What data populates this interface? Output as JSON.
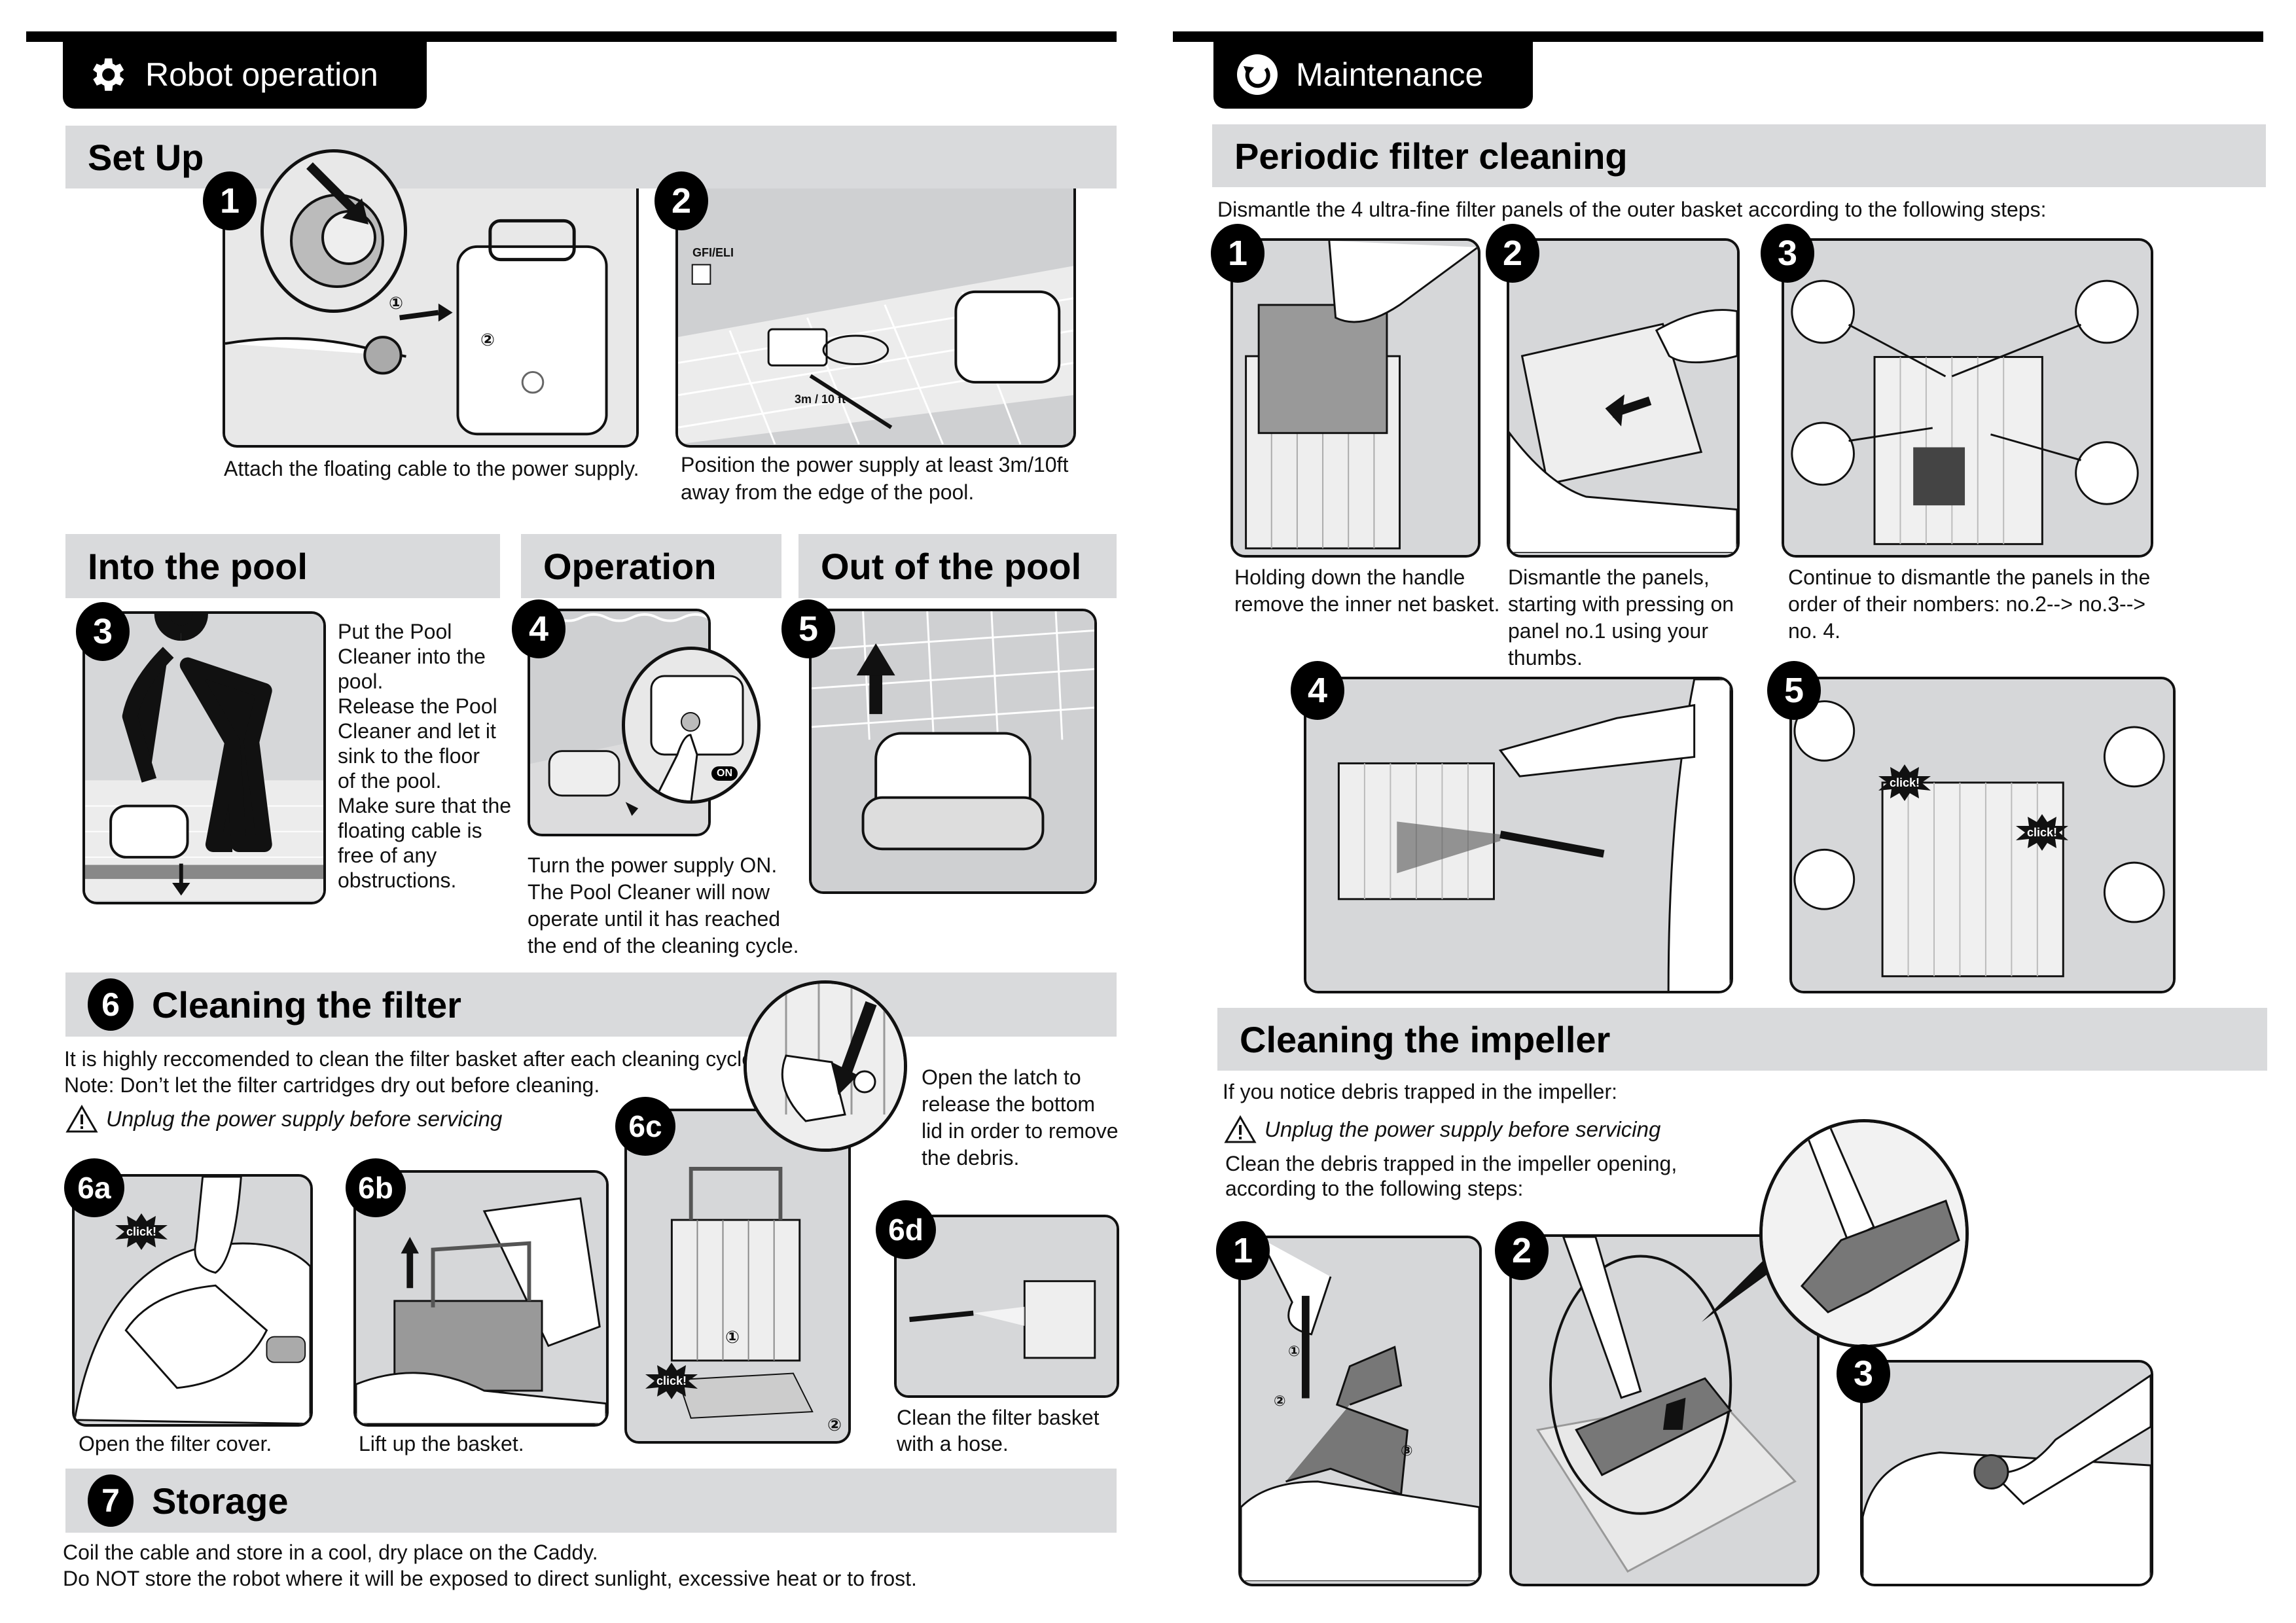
{
  "left_page": {
    "tab_title": "Robot operation",
    "tab_icon": "gear-icon",
    "setup": {
      "title": "Set Up",
      "step1": {
        "number": "1",
        "caption": "Attach the floating cable to the power supply.",
        "markers": [
          "①",
          "②"
        ]
      },
      "step2": {
        "number": "2",
        "caption_line1": "Position the power supply at least 3m/10ft",
        "caption_line2": "away from the edge of the pool.",
        "outlet_label": "GFI/ELI",
        "distance_label": "3m / 10 ft"
      }
    },
    "into_pool": {
      "title": "Into the pool",
      "step3": {
        "number": "3",
        "text_lines": [
          "Put the Pool",
          "Cleaner into the",
          "pool.",
          "Release the Pool",
          "Cleaner and let it",
          "sink to the floor",
          "of the pool.",
          "Make sure that the",
          "floating cable is",
          "free of any",
          "obstructions."
        ]
      }
    },
    "operation": {
      "title": "Operation",
      "step4": {
        "number": "4",
        "on_label": "ON",
        "text_lines": [
          "Turn the power supply ON.",
          "The Pool Cleaner will now",
          "operate until it has reached",
          "the end of the cleaning cycle."
        ]
      }
    },
    "out_of_pool": {
      "title": "Out of the pool",
      "step5": {
        "number": "5"
      }
    },
    "cleaning_filter": {
      "number": "6",
      "title": "Cleaning the filter",
      "intro_line1": "It is highly reccomended to clean the filter basket after each cleaning cycle.",
      "intro_line2": "Note: Don’t let the filter cartridges dry out before cleaning.",
      "warning": "Unplug the power supply before servicing",
      "step6a": {
        "label": "6a",
        "caption": "Open the filter cover.",
        "click": "click!"
      },
      "step6b": {
        "label": "6b",
        "caption": "Lift up the basket."
      },
      "step6c": {
        "label": "6c",
        "click": "click!",
        "markers": [
          "①",
          "②"
        ],
        "text_lines": [
          "Open the latch to",
          "release the bottom",
          "lid in order to remove",
          "the debris."
        ]
      },
      "step6d": {
        "label": "6d",
        "caption_line1": "Clean the filter basket",
        "caption_line2": "with a hose."
      }
    },
    "storage": {
      "number": "7",
      "title": "Storage",
      "line1": "Coil the cable and store in a cool, dry place on the Caddy.",
      "line2": "Do NOT store the robot where it will be exposed to direct sunlight, excessive heat or to frost."
    }
  },
  "right_page": {
    "tab_title": "Maintenance",
    "tab_icon": "refresh-cycle-icon",
    "periodic": {
      "title": "Periodic filter cleaning",
      "intro": "Dismantle the 4 ultra-fine filter panels of the outer basket according to the following steps:",
      "steps": [
        {
          "number": "1",
          "lines": [
            "Holding down the handle",
            "remove the inner net basket."
          ]
        },
        {
          "number": "2",
          "lines": [
            "Dismantle the panels,",
            "starting with pressing on",
            "panel no.1 using your",
            "thumbs."
          ]
        },
        {
          "number": "3",
          "lines": [
            "Continue to dismantle the panels in the",
            "order of their nombers: no.2--> no.3-->",
            "no. 4."
          ]
        },
        {
          "number": "4"
        },
        {
          "number": "5",
          "click": "click!"
        }
      ]
    },
    "impeller": {
      "title": "Cleaning the impeller",
      "intro": "If you notice debris trapped in the impeller:",
      "warning": "Unplug the power supply before servicing",
      "instr_line1": "Clean the debris trapped in the impeller opening,",
      "instr_line2": "according to the following steps:",
      "steps": [
        {
          "number": "1",
          "markers": [
            "①",
            "②",
            "③"
          ]
        },
        {
          "number": "2"
        },
        {
          "number": "3"
        }
      ]
    }
  },
  "colors": {
    "tab_bg": "#000000",
    "section_bar": "#d9dadc",
    "panel_bg": "#d6d7d9",
    "text": "#111111"
  }
}
